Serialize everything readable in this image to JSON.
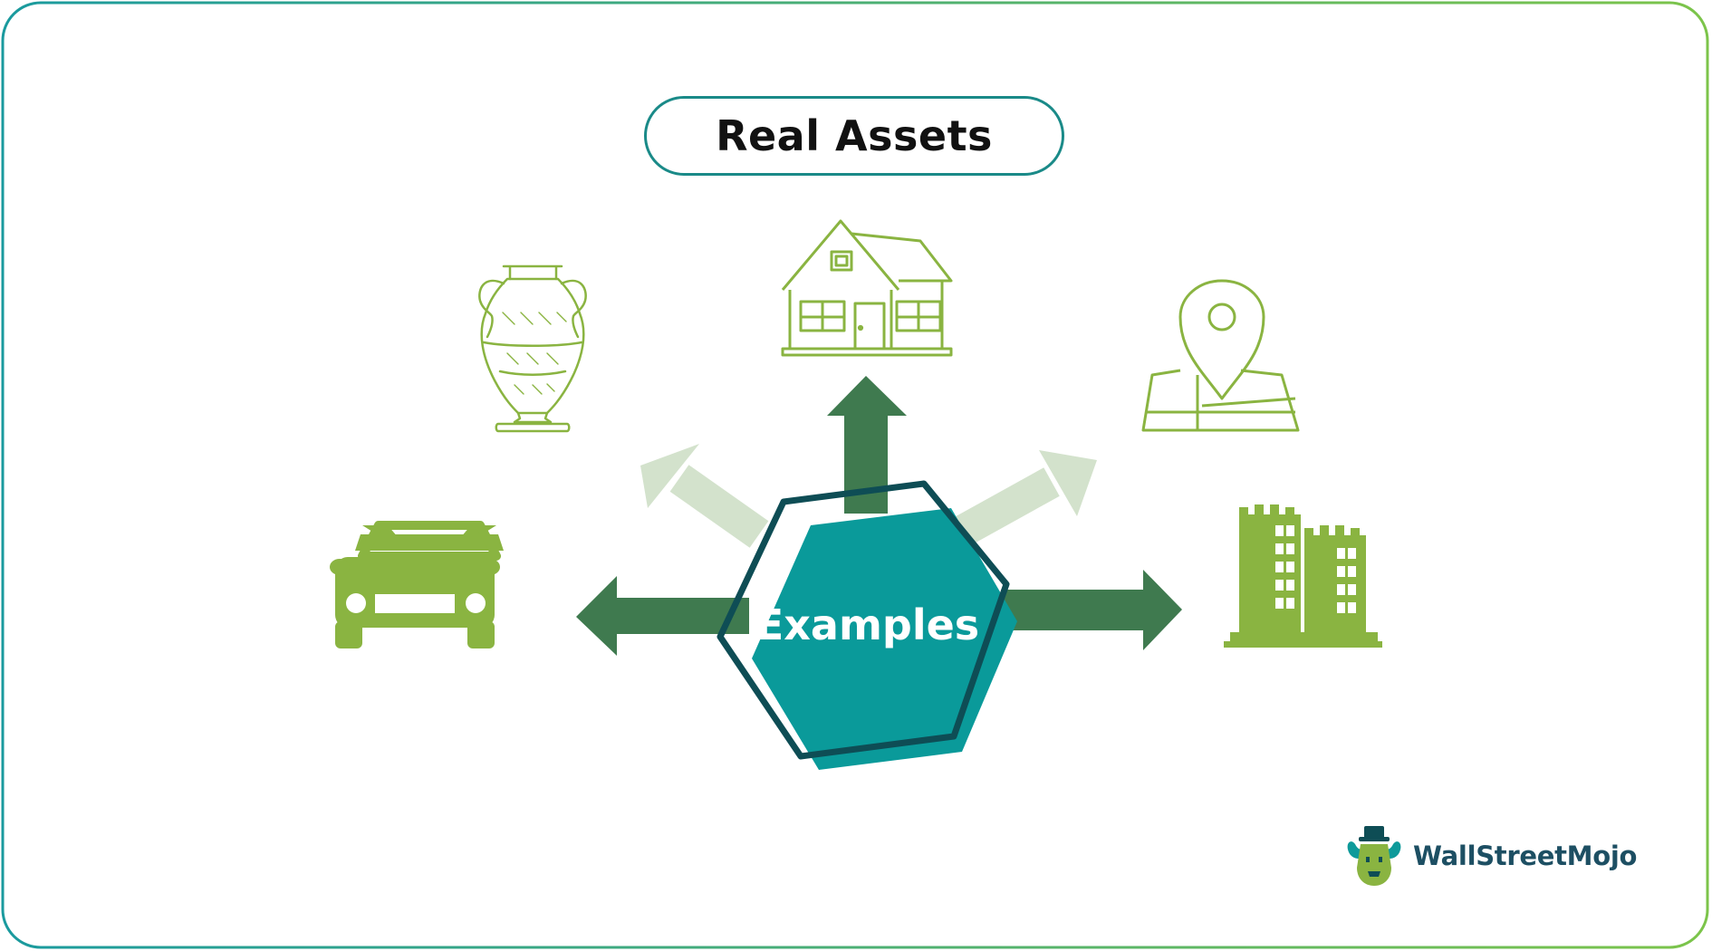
{
  "diagram": {
    "title": "Real Assets",
    "center_label": "Examples",
    "items": [
      {
        "icon": "amphora-icon"
      },
      {
        "icon": "house-icon"
      },
      {
        "icon": "map-pin-icon"
      },
      {
        "icon": "car-icon"
      },
      {
        "icon": "buildings-icon"
      }
    ]
  },
  "brand": {
    "name": "WallStreetMojo",
    "logo_icon": "wallstreetmojo-logo-icon"
  },
  "colors": {
    "frame_start": "#1a9a9e",
    "frame_end": "#7cc44a",
    "title_border": "#1a8a88",
    "hexagon_fill": "#0a9a9a",
    "hexagon_outline": "#0e4d55",
    "arrow_dark": "#3f7a4f",
    "arrow_light": "#d3e2cc",
    "icon_green": "#8ab441",
    "brand_text": "#1d4f63"
  }
}
